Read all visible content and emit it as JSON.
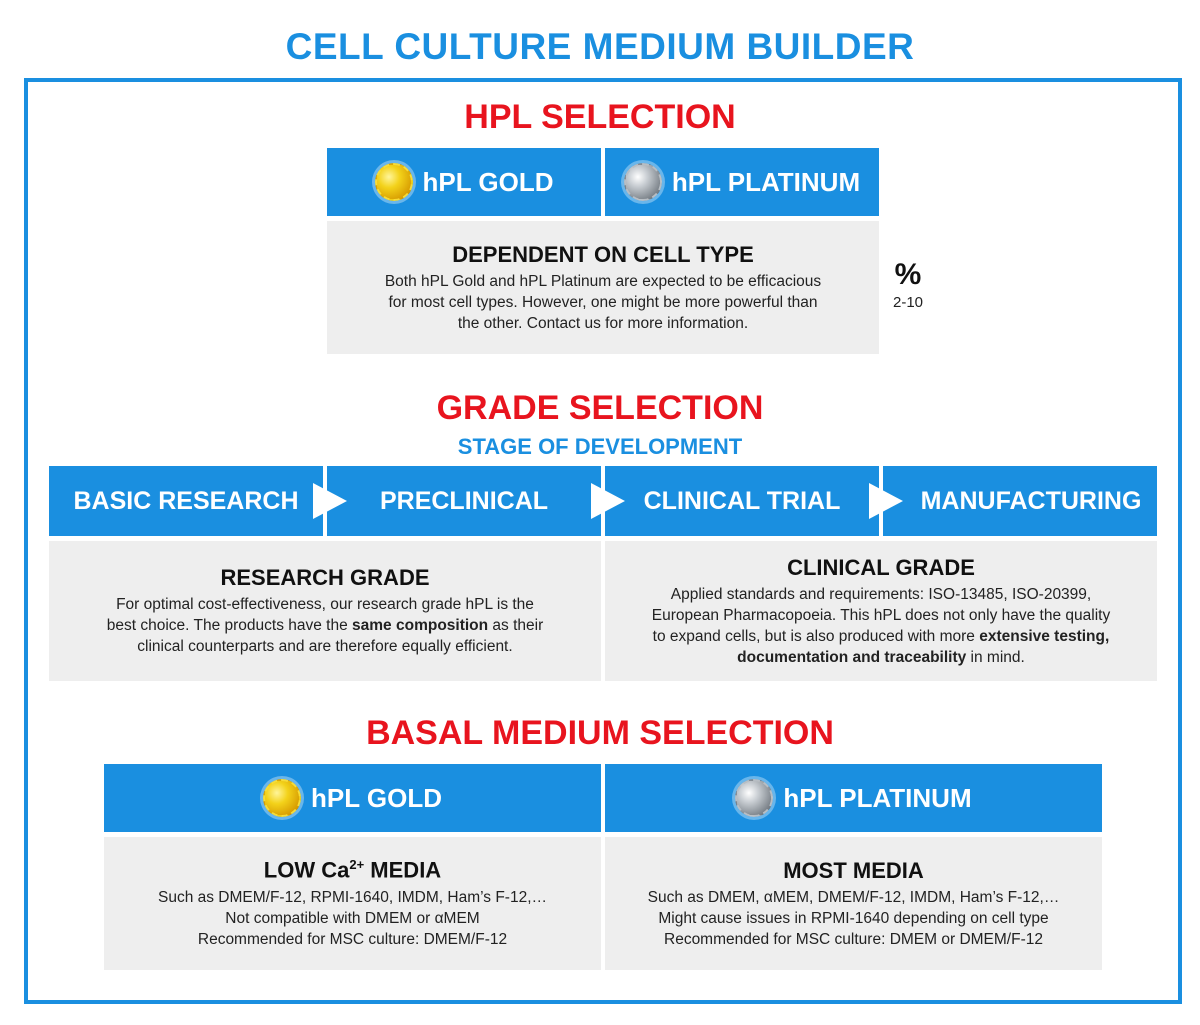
{
  "title": "CELL CULTURE MEDIUM BUILDER",
  "hpl_selection": {
    "heading": "HPL SELECTION",
    "tabs": [
      {
        "label": "hPL GOLD",
        "icon": "gold-medal-icon"
      },
      {
        "label": "hPL PLATINUM",
        "icon": "platinum-medal-icon"
      }
    ],
    "panel": {
      "title": "DEPENDENT ON CELL TYPE",
      "lines": [
        "Both hPL Gold and hPL Platinum are expected to be efficacious",
        "for most cell types. However, one might be more powerful than",
        "the other. Contact us for more information."
      ]
    },
    "percent_symbol": "%",
    "percent_range": "2-10"
  },
  "grade_selection": {
    "heading": "GRADE SELECTION",
    "subheading": "STAGE OF DEVELOPMENT",
    "stages": [
      "BASIC RESEARCH",
      "PRECLINICAL",
      "CLINICAL TRIAL",
      "MANUFACTURING"
    ],
    "research": {
      "title": "RESEARCH GRADE",
      "l1": "For optimal cost-effectiveness, our research grade hPL is the",
      "l2a": "best choice. The products have the ",
      "l2b": "same composition",
      "l2c": " as their",
      "l3": "clinical counterparts and are therefore equally efficient."
    },
    "clinical": {
      "title": "CLINICAL GRADE",
      "l1": "Applied standards and requirements: ISO-13485, ISO-20399,",
      "l2": "European Pharmacopoeia. This hPL does not only have the quality",
      "l3a": "to expand cells, but is also produced with more ",
      "l3b": "extensive testing,",
      "l4a": "documentation and traceability",
      "l4b": " in mind."
    }
  },
  "basal_medium": {
    "heading": "BASAL MEDIUM SELECTION",
    "gold": {
      "label": "hPL GOLD",
      "title_pre": "LOW Ca",
      "title_sup": "2+",
      "title_post": " MEDIA",
      "lines": [
        "Such as DMEM/F-12, RPMI-1640, IMDM, Ham’s F-12,…",
        "Not compatible with DMEM or αMEM",
        "Recommended for MSC culture: DMEM/F-12"
      ]
    },
    "platinum": {
      "label": "hPL PLATINUM",
      "title": "MOST MEDIA",
      "lines": [
        "Such as DMEM, αMEM, DMEM/F-12, IMDM, Ham’s F-12,…",
        "Might cause issues in RPMI-1640 depending on cell type",
        "Recommended for MSC culture: DMEM or DMEM/F-12"
      ]
    }
  },
  "colors": {
    "brand_blue": "#1a8fe0",
    "heading_red": "#e8141e",
    "panel_gray": "#eeeeee"
  }
}
